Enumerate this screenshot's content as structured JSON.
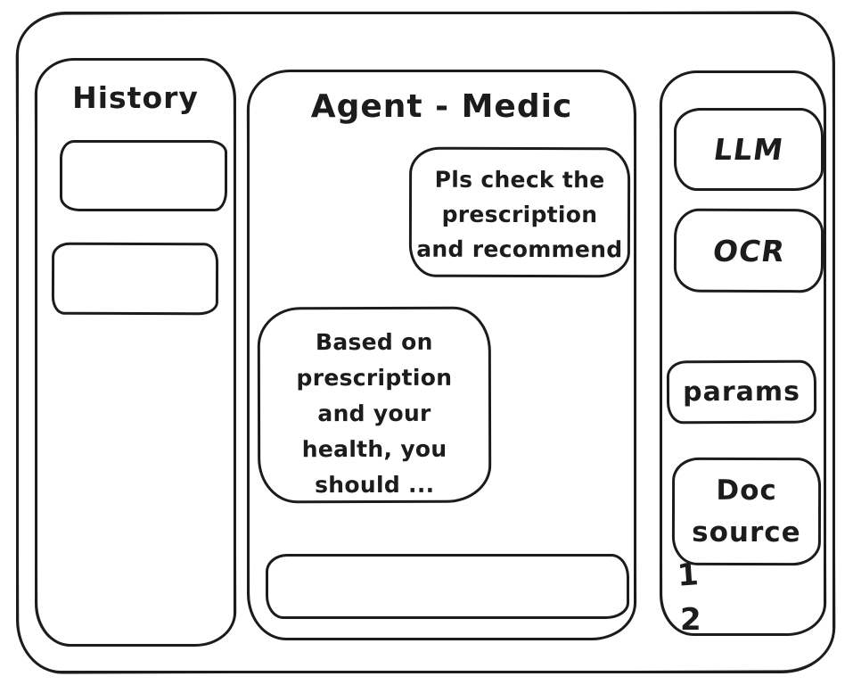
{
  "window": {
    "style": "hand-drawn wireframe",
    "ink_color": "#1c1c1c",
    "background_color": "#ffffff"
  },
  "history_panel": {
    "title": "History",
    "items": [
      {
        "label": ""
      },
      {
        "label": ""
      }
    ]
  },
  "chat_panel": {
    "title": "Agent - Medic",
    "messages": [
      {
        "role": "user",
        "align": "right",
        "text": "Pls check the prescription and recommend",
        "lines": [
          "Pls check the",
          "prescription",
          "and recommend"
        ]
      },
      {
        "role": "assistant",
        "align": "left",
        "text": "Based on prescription and your health, you should ...",
        "lines": [
          "Based on",
          "prescription",
          "and your",
          "health, you",
          "should ..."
        ]
      }
    ],
    "input": {
      "value": "",
      "placeholder": ""
    }
  },
  "tools_panel": {
    "buttons": [
      {
        "id": "llm",
        "label": "LLM"
      },
      {
        "id": "ocr",
        "label": "OCR"
      },
      {
        "id": "params",
        "label": "params"
      },
      {
        "id": "doc-source",
        "label": "Doc source",
        "lines": [
          "Doc",
          "source"
        ]
      }
    ],
    "doc_items": [
      "1",
      "2"
    ]
  }
}
